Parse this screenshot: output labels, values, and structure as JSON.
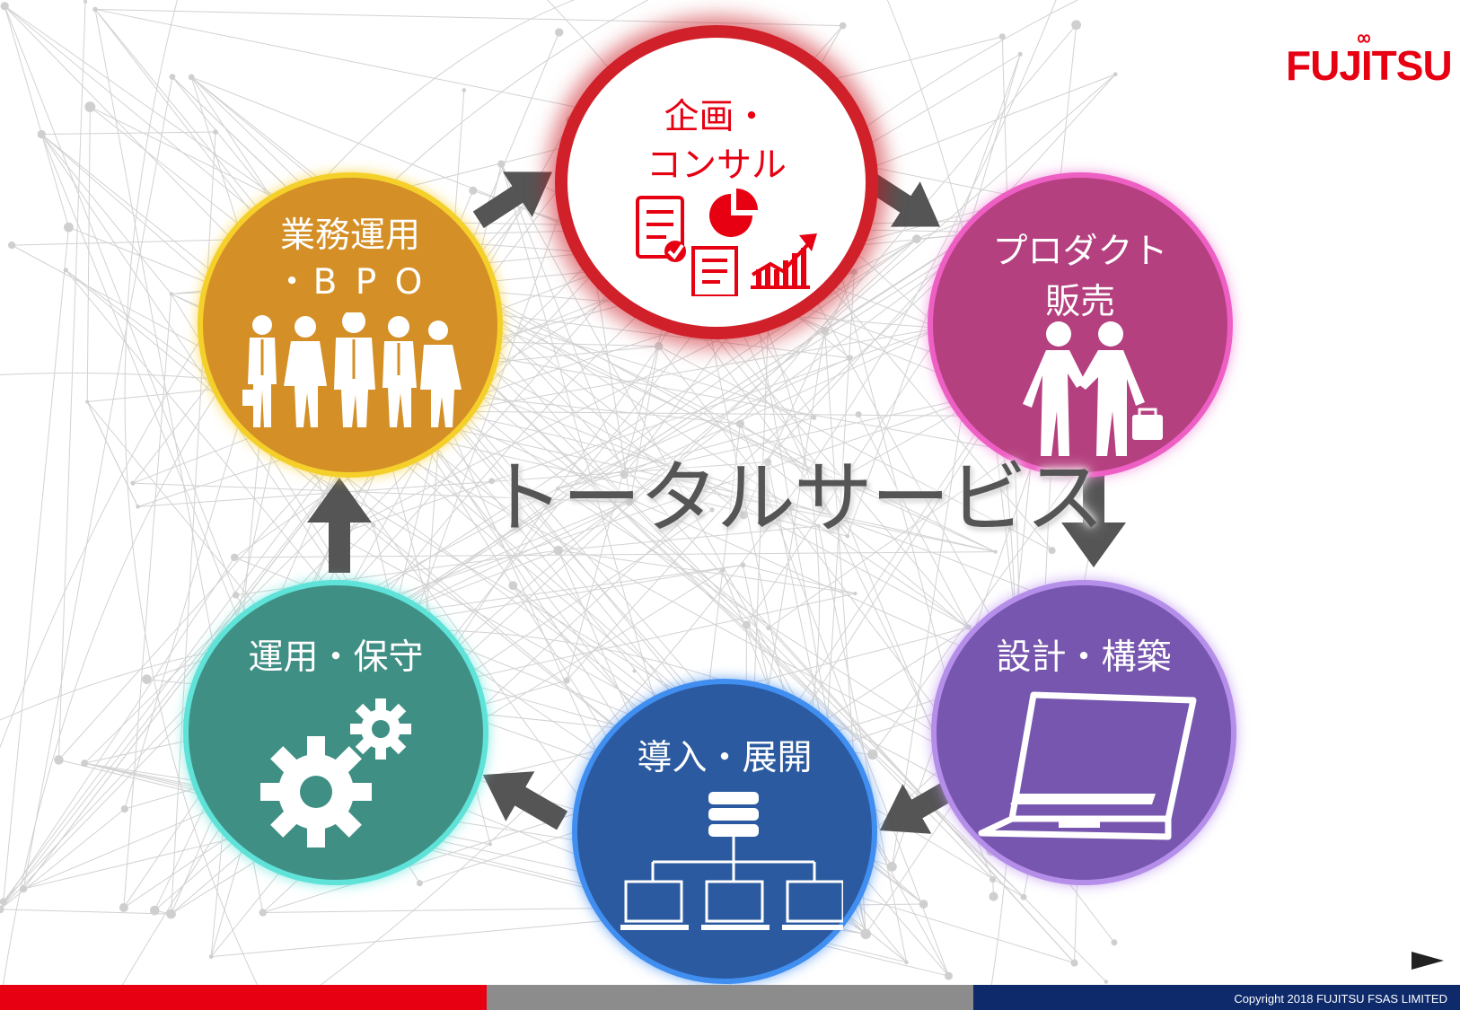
{
  "logo": {
    "text": "FUJITSU",
    "color": "#e60012"
  },
  "center_title": "トータルサービス",
  "cycle": [
    {
      "id": "planning",
      "title_lines": [
        "企画・",
        "コンサル"
      ],
      "icon": "document-chart-icons",
      "fill": "#ffffff",
      "text_color": "#e60012",
      "ring_color": "#d0202a",
      "highlighted": true
    },
    {
      "id": "product",
      "title_lines": [
        "プロダクト",
        "販売"
      ],
      "icon": "handshake-icon",
      "fill": "#b5407f",
      "ring_color": "#ee5fc4"
    },
    {
      "id": "design",
      "title_lines": [
        "設計・構築"
      ],
      "icon": "laptop-icon",
      "fill": "#7656ae",
      "ring_color": "#b48ee8"
    },
    {
      "id": "deploy",
      "title_lines": [
        "導入・展開"
      ],
      "icon": "server-network-icon",
      "fill": "#2b5aa0",
      "ring_color": "#3f8ef0"
    },
    {
      "id": "operation",
      "title_lines": [
        "運用・保守"
      ],
      "icon": "gears-icon",
      "fill": "#3f8f84",
      "ring_color": "#5fe2d8"
    },
    {
      "id": "bpo",
      "title_lines": [
        "業務運用",
        "・B P O"
      ],
      "icon": "people-group-icon",
      "fill": "#d48f26",
      "ring_color": "#f5d02a"
    }
  ],
  "colors": {
    "arrow": "#555555",
    "footer_red": "#e60012",
    "footer_gray": "#8c8c8c",
    "footer_navy": "#0e2a6b"
  },
  "footer": {
    "copyright": "Copyright 2018 FUJITSU FSAS LIMITED"
  },
  "nav": {
    "next_icon": "next-slide-arrow-icon"
  }
}
